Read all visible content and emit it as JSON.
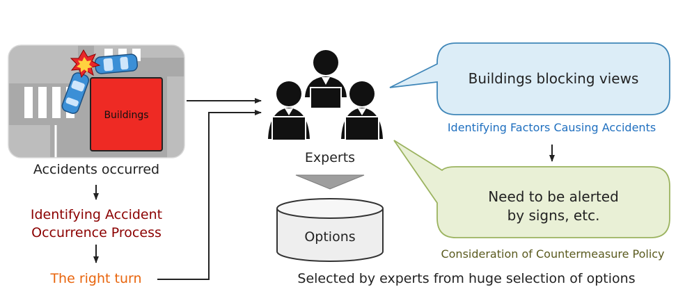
{
  "scene": {
    "buildings_label": "Buildings"
  },
  "left": {
    "accidents": "Accidents occurred",
    "process_line1": "Identifying Accident",
    "process_line2": "Occurrence Process",
    "right_turn": "The right turn"
  },
  "center": {
    "experts": "Experts",
    "options": "Options",
    "selected_caption": "Selected by experts from huge selection of options"
  },
  "right": {
    "bubble1_text": "Buildings blocking views",
    "factors_label": "Identifying Factors Causing Accidents",
    "bubble2_line1": "Need to be alerted",
    "bubble2_line2": "by signs, etc.",
    "policy_label": "Consideration of Countermeasure Policy"
  },
  "colors": {
    "process_text": "#8b0000",
    "right_turn_text": "#e8640c",
    "factors_text": "#1f6fbf",
    "policy_text": "#5a5a1e",
    "bubble1_fill": "#dcedf7",
    "bubble1_stroke": "#3f86b8",
    "bubble2_fill": "#e9f0d6",
    "bubble2_stroke": "#9bb35f",
    "building_fill": "#ee2a24",
    "car_fill": "#3b8fd6"
  }
}
